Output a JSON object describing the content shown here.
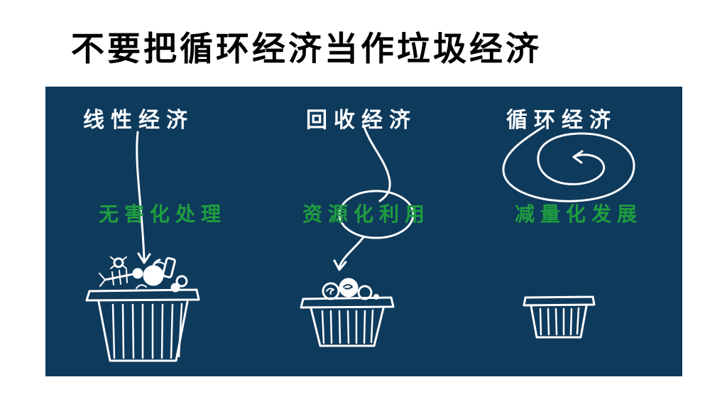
{
  "slide": {
    "title": "不要把循环经济当作垃圾经济",
    "background_color": "#ffffff",
    "title_color": "#000000"
  },
  "diagram": {
    "background_color": "#0e3a5c",
    "stroke_color": "#ffffff",
    "label_color": "#1f9d3f",
    "columns": [
      {
        "id": "linear",
        "header": "线性经济",
        "label": "无害化处理",
        "arrow": "straight-down",
        "basket": "full"
      },
      {
        "id": "recycling",
        "header": "回收经济",
        "label": "资源化利用",
        "arrow": "single-loop-down",
        "basket": "half-full"
      },
      {
        "id": "circular",
        "header": "循环经济",
        "label": "减量化发展",
        "arrow": "inward-spiral",
        "basket": "empty"
      }
    ]
  }
}
